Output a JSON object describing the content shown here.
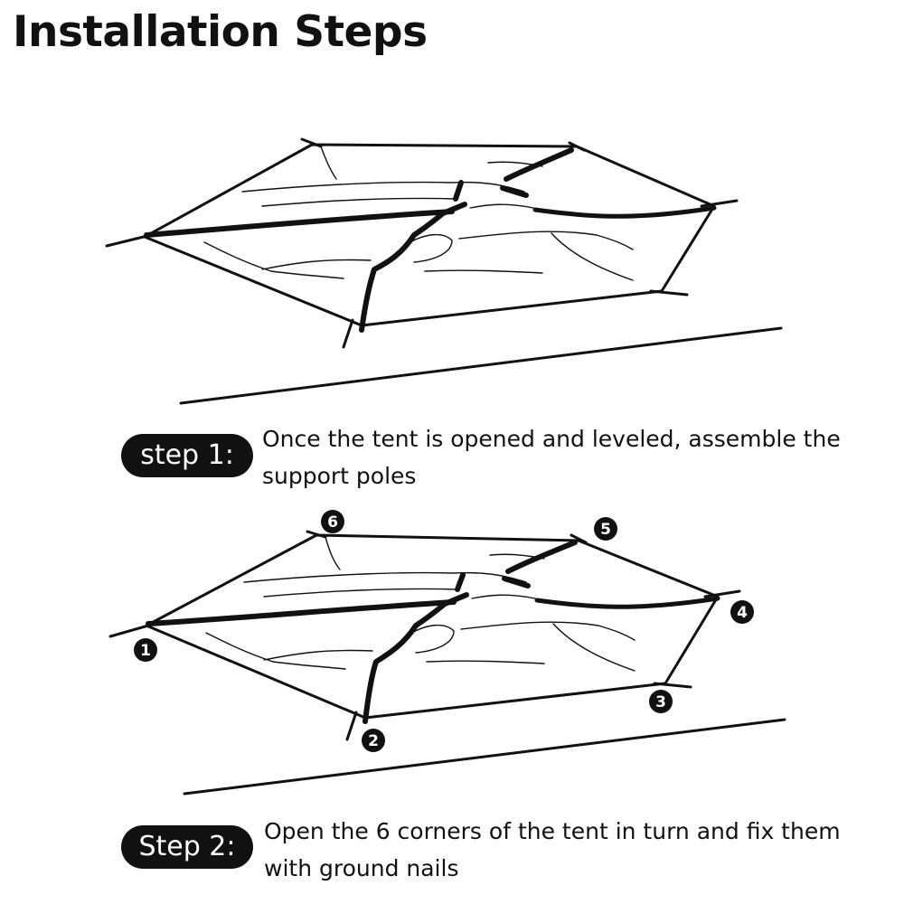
{
  "title": "Installation Steps",
  "steps": [
    {
      "badge": "step 1:",
      "text": "Once the tent is opened and leveled, assemble the support poles"
    },
    {
      "badge": "Step 2:",
      "text": "Open the 6 corners of the tent in turn and fix them with ground nails"
    }
  ],
  "corners": [
    "1",
    "2",
    "3",
    "4",
    "5",
    "6"
  ],
  "colors": {
    "ink": "#111111",
    "background": "#ffffff",
    "badge_text": "#ffffff"
  }
}
